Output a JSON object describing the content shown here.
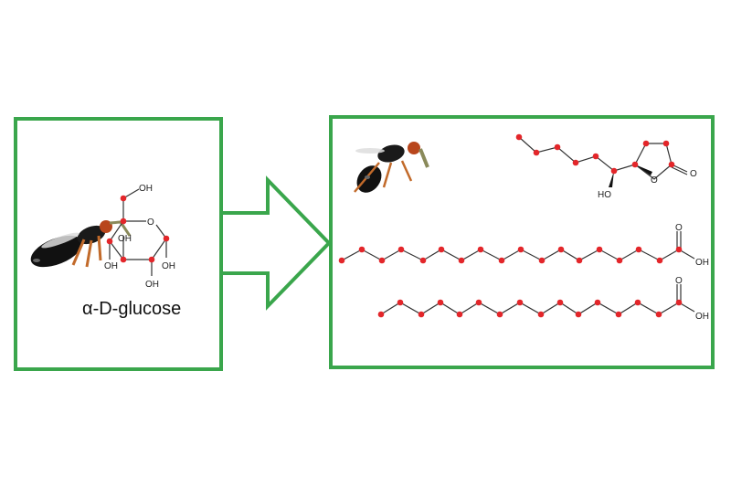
{
  "left_panel": {
    "molecule_name": "α-D-glucose",
    "hydroxyl_label": "OH",
    "ring_oxygen_label": "O"
  },
  "right_panel": {
    "lactone_oxygen_label": "O",
    "carbonyl_oxygen_label": "O",
    "hydroxyl_label_left": "HO",
    "acid_1": {
      "carbonyl_label": "O",
      "hydroxyl_label": "OH"
    },
    "acid_2": {
      "carbonyl_label": "O",
      "hydroxyl_label": "OH"
    }
  },
  "colors": {
    "frame": "#3aa64c",
    "atom": "#e3262a",
    "bond": "#333333"
  }
}
